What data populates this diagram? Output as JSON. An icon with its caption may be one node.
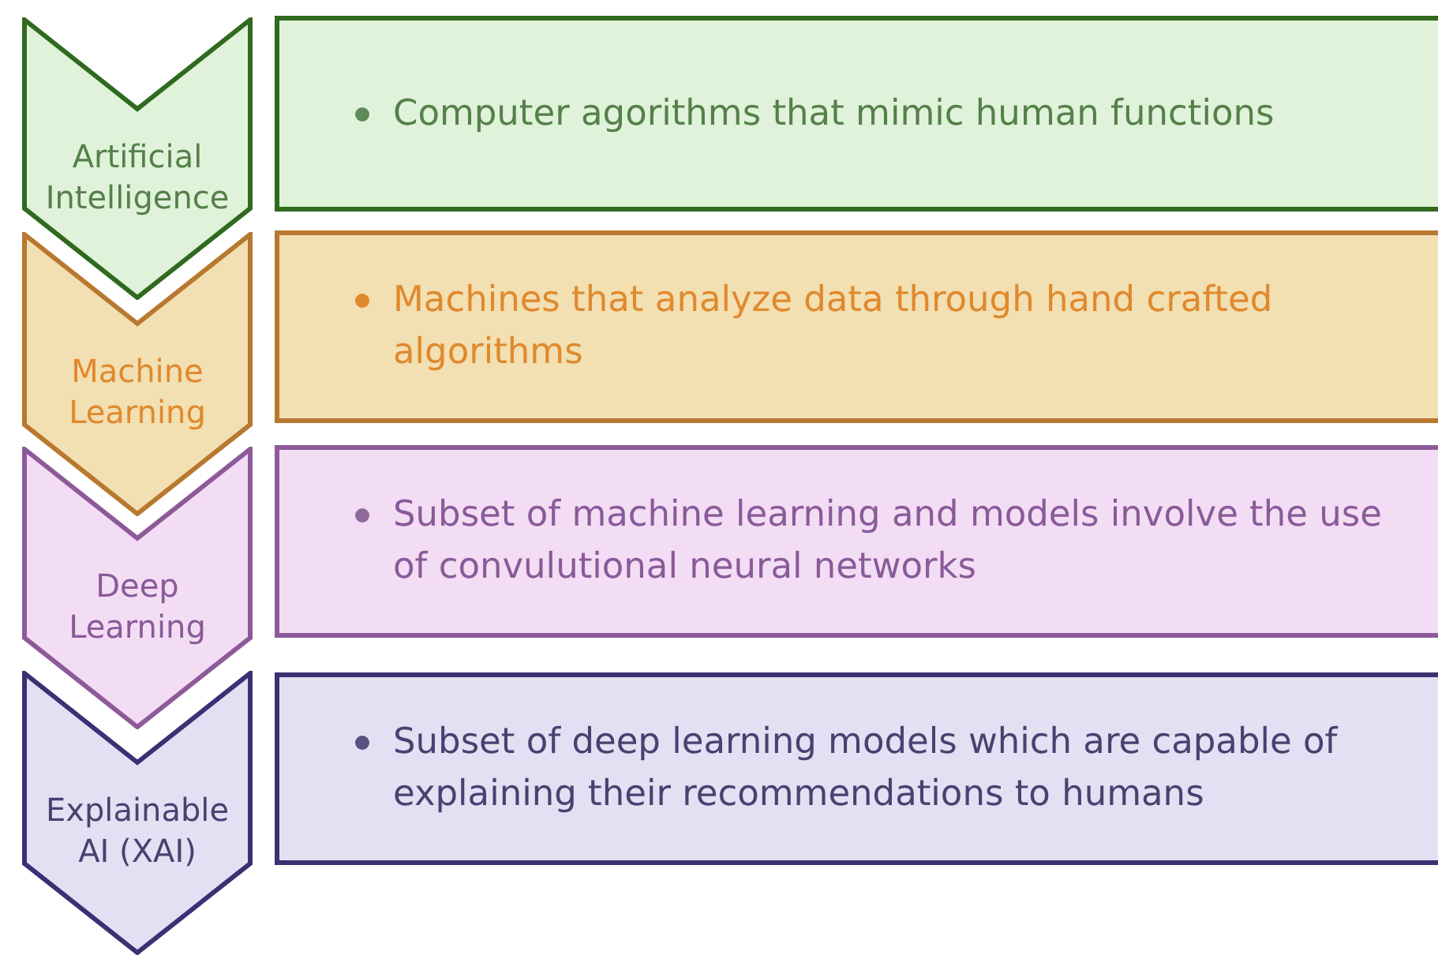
{
  "diagram": {
    "nodes": [
      {
        "text": [
          "Artificial Intelligence"
        ]
      },
      {
        "text": [
          "Computer agorithms that mimic human functions"
        ]
      },
      {
        "text": [
          "Machine Learning"
        ]
      },
      {
        "text": [
          "Machines that analyze data through hand crafted algorithms"
        ]
      },
      {
        "text": [
          "Deep Learning"
        ]
      },
      {
        "text": [
          "Subset of machine learning and models involve the use of convulutional neural networks"
        ]
      },
      {
        "text": [
          "Explainable AI (XAI)"
        ]
      },
      {
        "text": [
          "Subset of deep learning models which are capable of explaining their recommendations to humans"
        ]
      }
    ]
  }
}
